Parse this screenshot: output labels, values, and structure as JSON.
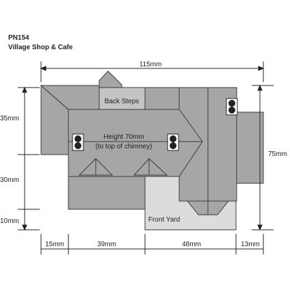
{
  "header": {
    "code": "PN154",
    "name": "Village Shop & Cafe"
  },
  "labels": {
    "back_steps": "Back Steps",
    "height_line1": "Height 70mm",
    "height_line2": "(to top of chimney)",
    "front_yard": "Front Yard"
  },
  "dimensions": {
    "total_width": "115mm",
    "left_top": "35mm",
    "left_mid": "30mm",
    "left_bottom": "10mm",
    "right_height": "75mm",
    "bottom_1": "15mm",
    "bottom_2": "39mm",
    "bottom_3": "48mm",
    "bottom_4": "13mm"
  },
  "colors": {
    "roof": "#a6a6a6",
    "roof_light": "#c4c4c4",
    "yard": "#dcdcdc",
    "outline": "#3a3a3a",
    "chimney": "#222222"
  }
}
